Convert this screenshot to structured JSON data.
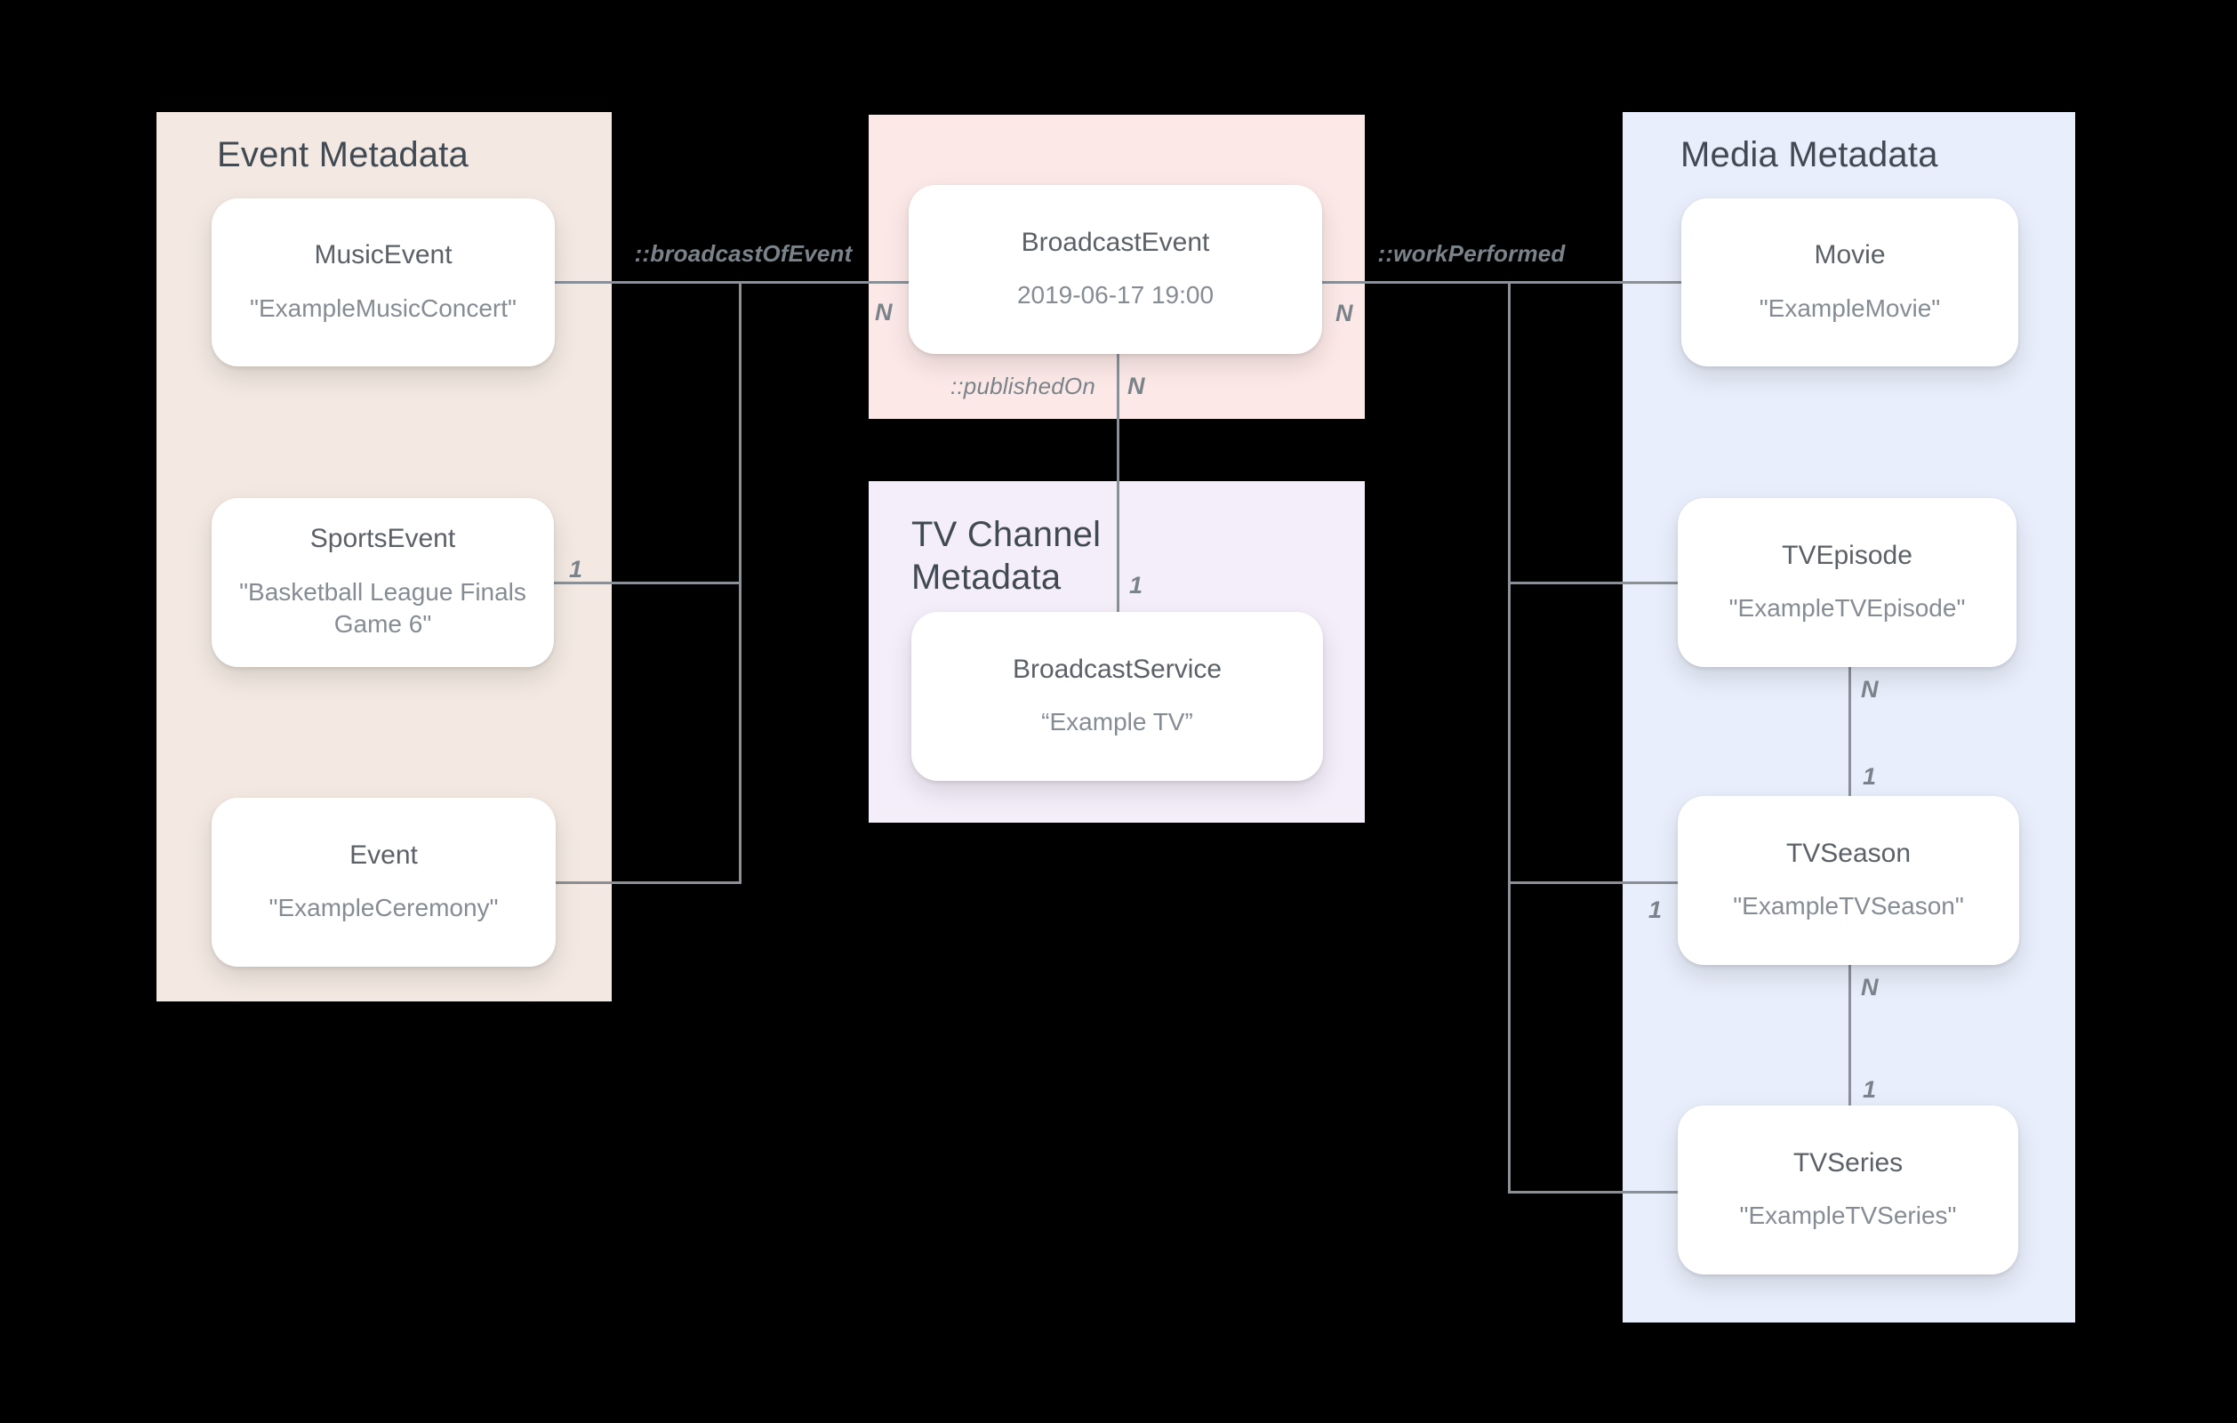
{
  "diagram": {
    "panels": {
      "event": {
        "title": "Event Metadata",
        "cards": [
          {
            "name": "MusicEvent",
            "value": "\"ExampleMusicConcert\""
          },
          {
            "name": "SportsEvent",
            "value": "\"Basketball League Finals Game 6\""
          },
          {
            "name": "Event",
            "value": "\"ExampleCeremony\""
          }
        ]
      },
      "broadcast": {
        "card": {
          "name": "BroadcastEvent",
          "value": "2019-06-17 19:00"
        }
      },
      "tv_channel": {
        "title": "TV Channel Metadata",
        "card": {
          "name": "BroadcastService",
          "value": "“Example TV”"
        }
      },
      "media": {
        "title": "Media Metadata",
        "cards": [
          {
            "name": "Movie",
            "value": "\"ExampleMovie\""
          },
          {
            "name": "TVEpisode",
            "value": "\"ExampleTVEpisode\""
          },
          {
            "name": "TVSeason",
            "value": "\"ExampleTVSeason\""
          },
          {
            "name": "TVSeries",
            "value": "\"ExampleTVSeries\""
          }
        ]
      }
    },
    "relations": {
      "broadcast_of_event": "::broadcastOfEvent",
      "work_performed": "::workPerformed",
      "published_on": "::publishedOn"
    },
    "cardinalities": {
      "n_broadcast_left": "N",
      "n_broadcast_right": "N",
      "n_published": "N",
      "one_published": "1",
      "one_sports": "1",
      "one_tvseason_branch": "1",
      "n_episode_season": "N",
      "one_episode_season": "1",
      "n_season_series": "N",
      "one_season_series": "1"
    },
    "colors": {
      "background": "#000000",
      "event_panel": "#f3e9e2",
      "broadcast_panel": "#fce9e7",
      "tv_channel_panel": "#f4eefa",
      "media_panel": "#e8eefb",
      "card": "#ffffff",
      "connector_line": "#8b9096",
      "label_gray": "#7b838a"
    }
  }
}
